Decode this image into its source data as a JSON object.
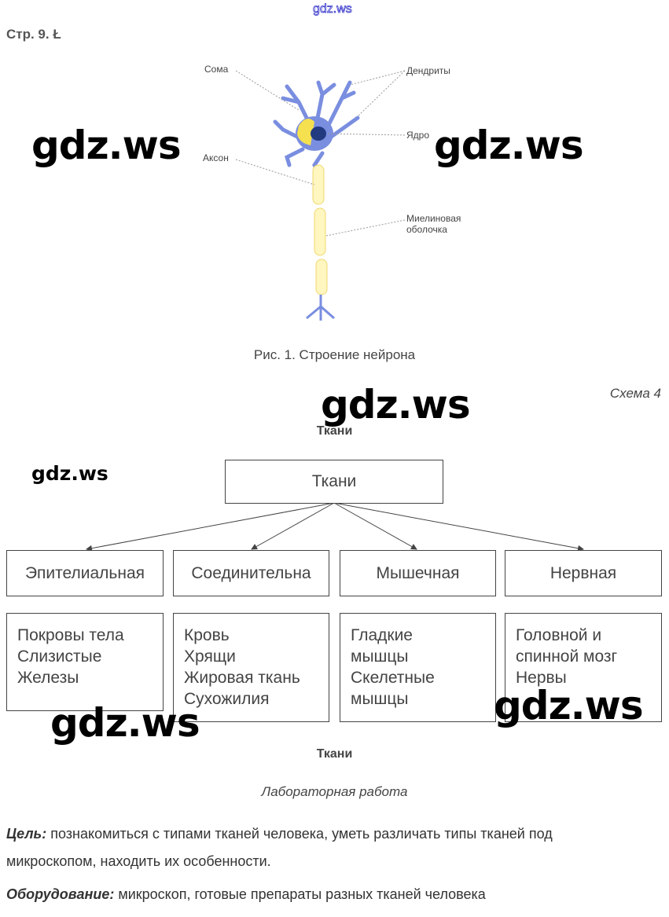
{
  "watermark": "gdz.ws",
  "page_heading": "Стр. 9. Ł",
  "figure": {
    "labels": {
      "soma": "Сома",
      "dendrites": "Дендриты",
      "nucleus": "Ядро",
      "axon": "Аксон",
      "myelin_line1": "Миелиновая",
      "myelin_line2": "оболочка"
    },
    "caption": "Рис. 1. Строение нейрона"
  },
  "scheme": {
    "number": "Схема 4",
    "title": "Ткани",
    "root": "Ткани",
    "categories": [
      {
        "name": "Эпителиальная",
        "items": [
          "Покровы тела",
          "Слизистые",
          "Железы"
        ]
      },
      {
        "name": "Соединительна",
        "items": [
          "Кровь",
          "Хрящи",
          "Жировая ткань",
          "Сухожилия"
        ]
      },
      {
        "name": "Мышечная",
        "items": [
          "Гладкие",
          "мышцы",
          "Скелетные",
          "мышцы"
        ]
      },
      {
        "name": "Нервная",
        "items": [
          "Головной и",
          "спинной мозг",
          "Нервы"
        ]
      }
    ],
    "caption": "Ткани"
  },
  "lab": {
    "title": "Лабораторная работа",
    "goal_label": "Цель:",
    "goal_text_1": " познакомиться с типами тканей человека, уметь различать типы тканей под",
    "goal_text_2": "микроскопом, находить их особенности.",
    "equipment_label": "Оборудование:",
    "equipment_text": " микроскоп, готовые препараты разных тканей человека"
  }
}
